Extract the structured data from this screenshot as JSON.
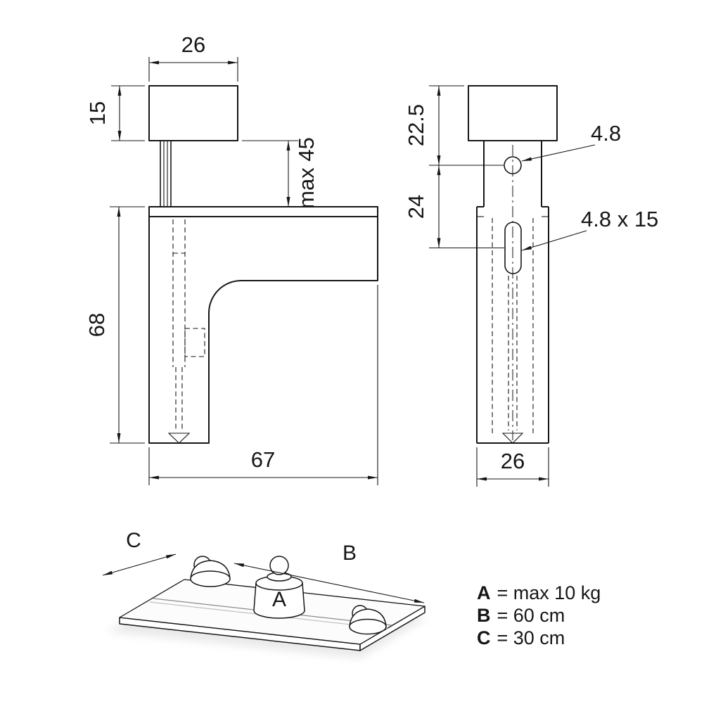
{
  "front_view": {
    "width_top": "26",
    "clamp_height": "15",
    "max_clamp_opening": "max 45",
    "height": "68",
    "depth": "67"
  },
  "side_view": {
    "hole_offset": "22.5",
    "slot_offset": "24",
    "width": "26",
    "hole_diameter": "4.8",
    "slot_size": "4.8 x 15"
  },
  "iso_view": {
    "weight_label": "A",
    "length_label": "B",
    "depth_label": "C"
  },
  "legend": [
    {
      "key": "A",
      "value": "= max 10 kg"
    },
    {
      "key": "B",
      "value": "= 60 cm"
    },
    {
      "key": "C",
      "value": "= 30 cm"
    }
  ],
  "colors": {
    "line": "#161616",
    "background": "#ffffff"
  }
}
